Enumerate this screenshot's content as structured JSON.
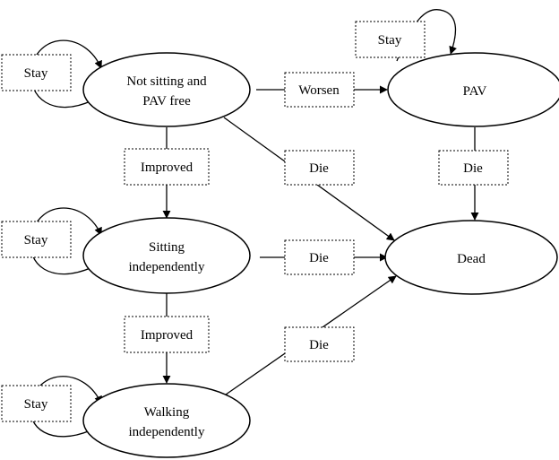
{
  "states": {
    "not_sitting": {
      "line1": "Not sitting and",
      "line2": "PAV free"
    },
    "pav": {
      "line1": "PAV"
    },
    "sitting": {
      "line1": "Sitting",
      "line2": "independently"
    },
    "dead": {
      "line1": "Dead"
    },
    "walking": {
      "line1": "Walking",
      "line2": "independently"
    }
  },
  "labels": {
    "stay": "Stay",
    "worsen": "Worsen",
    "improved": "Improved",
    "die": "Die"
  }
}
